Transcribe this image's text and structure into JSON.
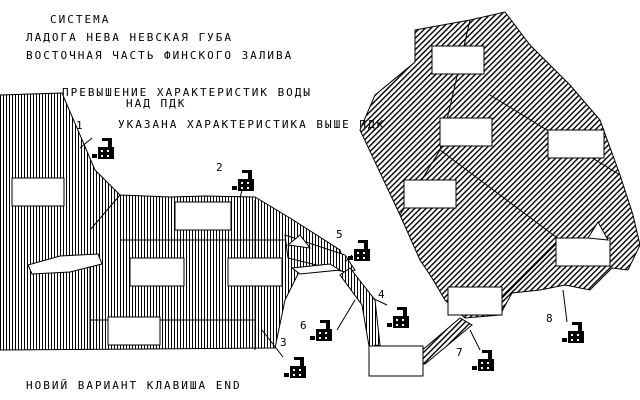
{
  "title_lines": [
    "СИСТЕМА",
    "ЛАДОГА НЕВА НЕВСКАЯ ГУБА",
    "ВОСТОЧНАЯ ЧАСТЬ ФИНСКОГО ЗАЛИВА"
  ],
  "subtitle_lines": [
    "ПРЕВЫШЕНИЕ ХАРАКТЕРИСТИК ВОДЫ",
    "НАД ПДК"
  ],
  "legend_text": "УКАЗАНА ХАРАКТЕРИСТИКА ВЫШЕ ПДК",
  "footer_text": "НОВИЙ ВАРИАНТ КЛАВИША END",
  "factory_icon": "factory-icon",
  "factories": [
    {
      "label": "1"
    },
    {
      "label": "2"
    },
    {
      "label": "3"
    },
    {
      "label": "4"
    },
    {
      "label": "5"
    },
    {
      "label": "6"
    },
    {
      "label": "7"
    },
    {
      "label": "8"
    }
  ],
  "colors": {
    "foreground": "#000000",
    "background": "#ffffff"
  }
}
